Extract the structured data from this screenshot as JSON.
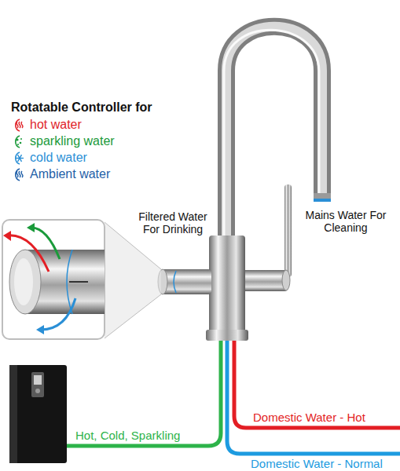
{
  "diagram": {
    "labels": [
      "Rotatable Controller for",
      "Filtered Water For Drinking",
      "Mains Water For Cleaning",
      "Hot, Cold, Sparkling",
      "Domestic Water - Hot",
      "Domestic Water - Normal"
    ],
    "legend": [
      {
        "text": "hot water"
      },
      {
        "text": "sparkling water"
      },
      {
        "text": "cold water"
      },
      {
        "text": "Ambient water"
      }
    ]
  }
}
